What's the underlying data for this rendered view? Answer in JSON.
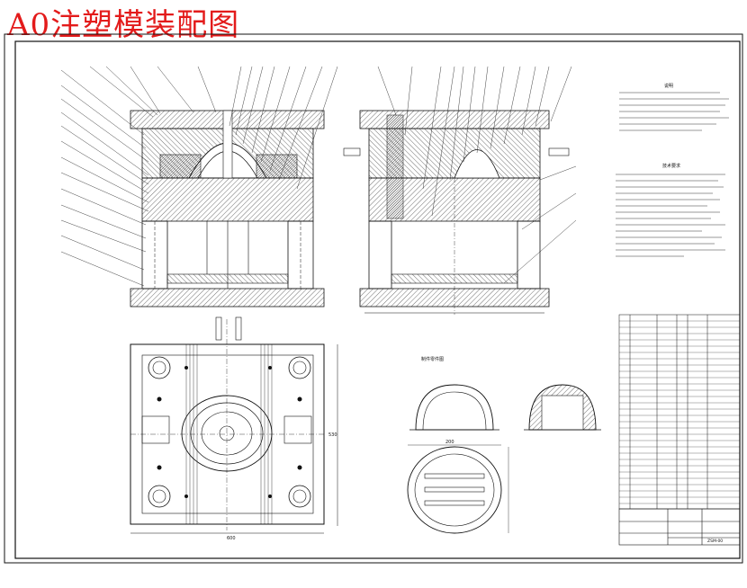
{
  "title": "A0注塑模装配图",
  "colors": {
    "title": "#e31b1b",
    "line": "#111111",
    "hatch": "#333333"
  },
  "part_view_label": "制件零件图",
  "dimensions": {
    "plan_width": "600",
    "plan_height": "530",
    "part_width": "200"
  },
  "title_block": {
    "drawing_number": "ZSM-00"
  },
  "notes": {
    "heading_1": "说明",
    "heading_2": "技术要求"
  }
}
